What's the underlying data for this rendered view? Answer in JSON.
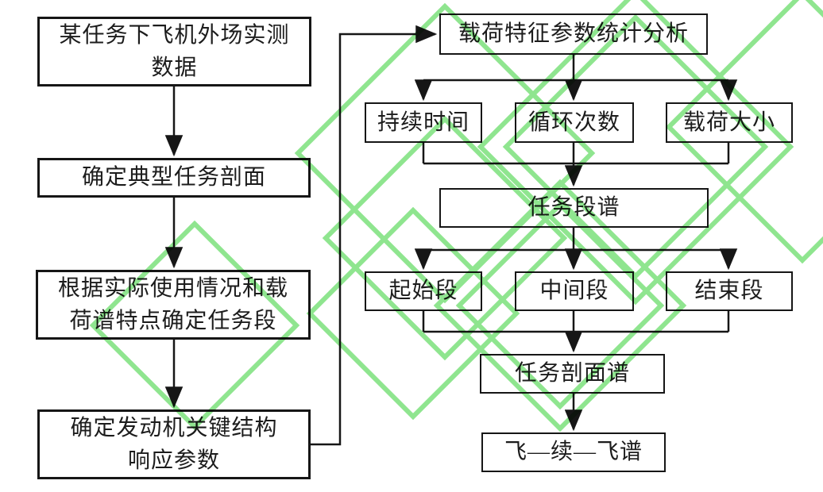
{
  "flowchart": {
    "left_column": [
      {
        "id": "measured-data",
        "label": "某任务下飞机外场实测\n数据"
      },
      {
        "id": "typical-profile",
        "label": "确定典型任务剖面"
      },
      {
        "id": "mission-segment",
        "label": "根据实际使用情况和载\n荷谱特点确定任务段"
      },
      {
        "id": "response-params",
        "label": "确定发动机关键结构\n响应参数"
      }
    ],
    "right_column": {
      "stat_analysis": {
        "label": "载荷特征参数统计分析"
      },
      "load_features": [
        {
          "label": "持续时间"
        },
        {
          "label": "循环次数"
        },
        {
          "label": "载荷大小"
        }
      ],
      "segment_spectrum": {
        "label": "任务段谱"
      },
      "segments": [
        {
          "label": "起始段"
        },
        {
          "label": "中间段"
        },
        {
          "label": "结束段"
        }
      ],
      "profile_spectrum": {
        "label": "任务剖面谱"
      },
      "flight_spectrum": {
        "label": "飞—续—飞谱"
      }
    }
  },
  "colors": {
    "background": "#ffffff",
    "box_border": "#161616",
    "connector_line": "#161616",
    "text": "#1c1c1c",
    "watermark_green": "#8fe58f"
  }
}
